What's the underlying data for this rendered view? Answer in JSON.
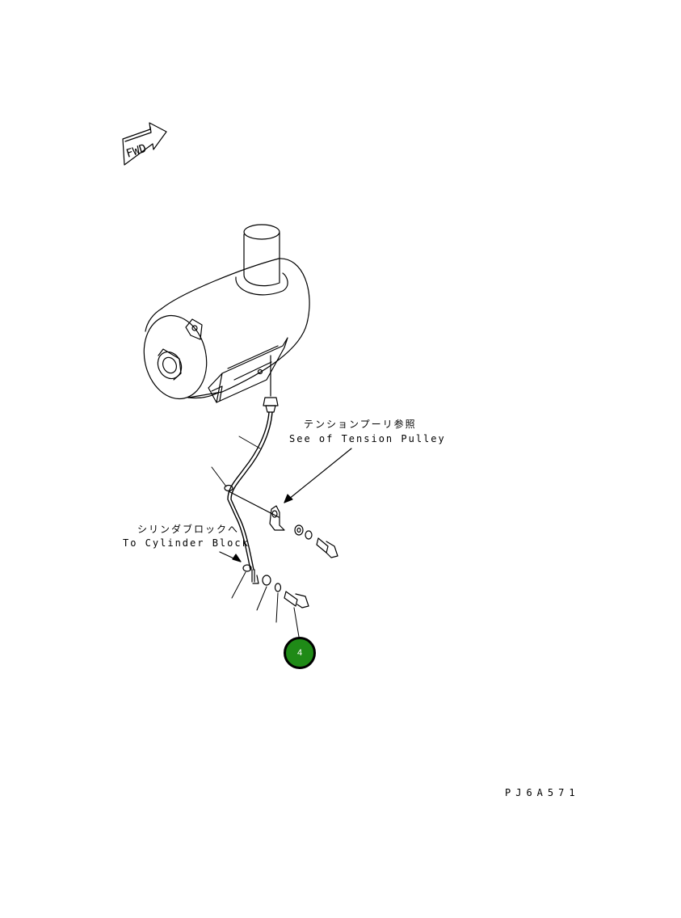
{
  "fwd_label": "FWD",
  "labels": {
    "tension_jp": "テンションプーリ参照",
    "tension_en": "See of Tension Pulley",
    "cylinder_jp": "シリンダブロックへ",
    "cylinder_en": "To Cylinder Block"
  },
  "callout": {
    "number": "4",
    "color": "#1f8a17"
  },
  "drawing_code": "PJ6A571"
}
